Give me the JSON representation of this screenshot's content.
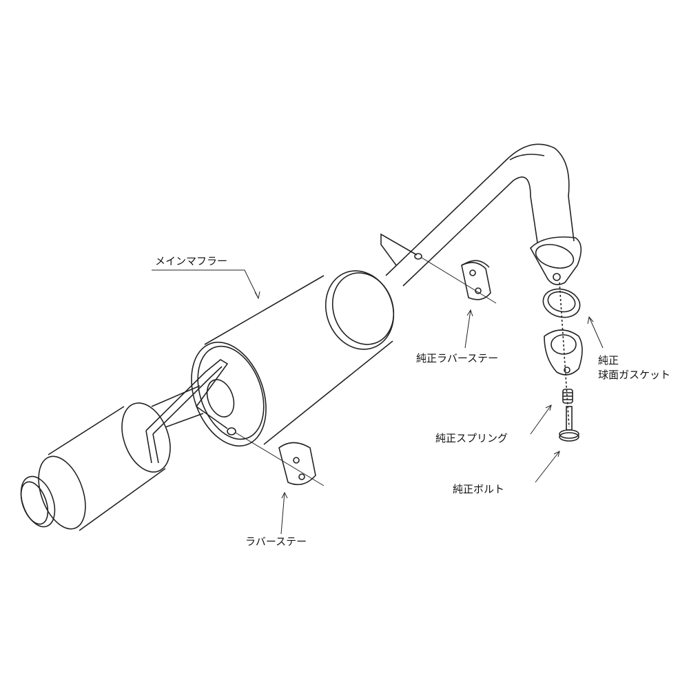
{
  "labels": {
    "main_muffler": "メインマフラー",
    "oem_rubber_stay": "純正ラバーステー",
    "oem_gasket_line1": "純正",
    "oem_gasket_line2": "球面ガスケット",
    "oem_spring": "純正スプリング",
    "oem_bolt": "純正ボルト",
    "rubber_stay": "ラバーステー"
  }
}
